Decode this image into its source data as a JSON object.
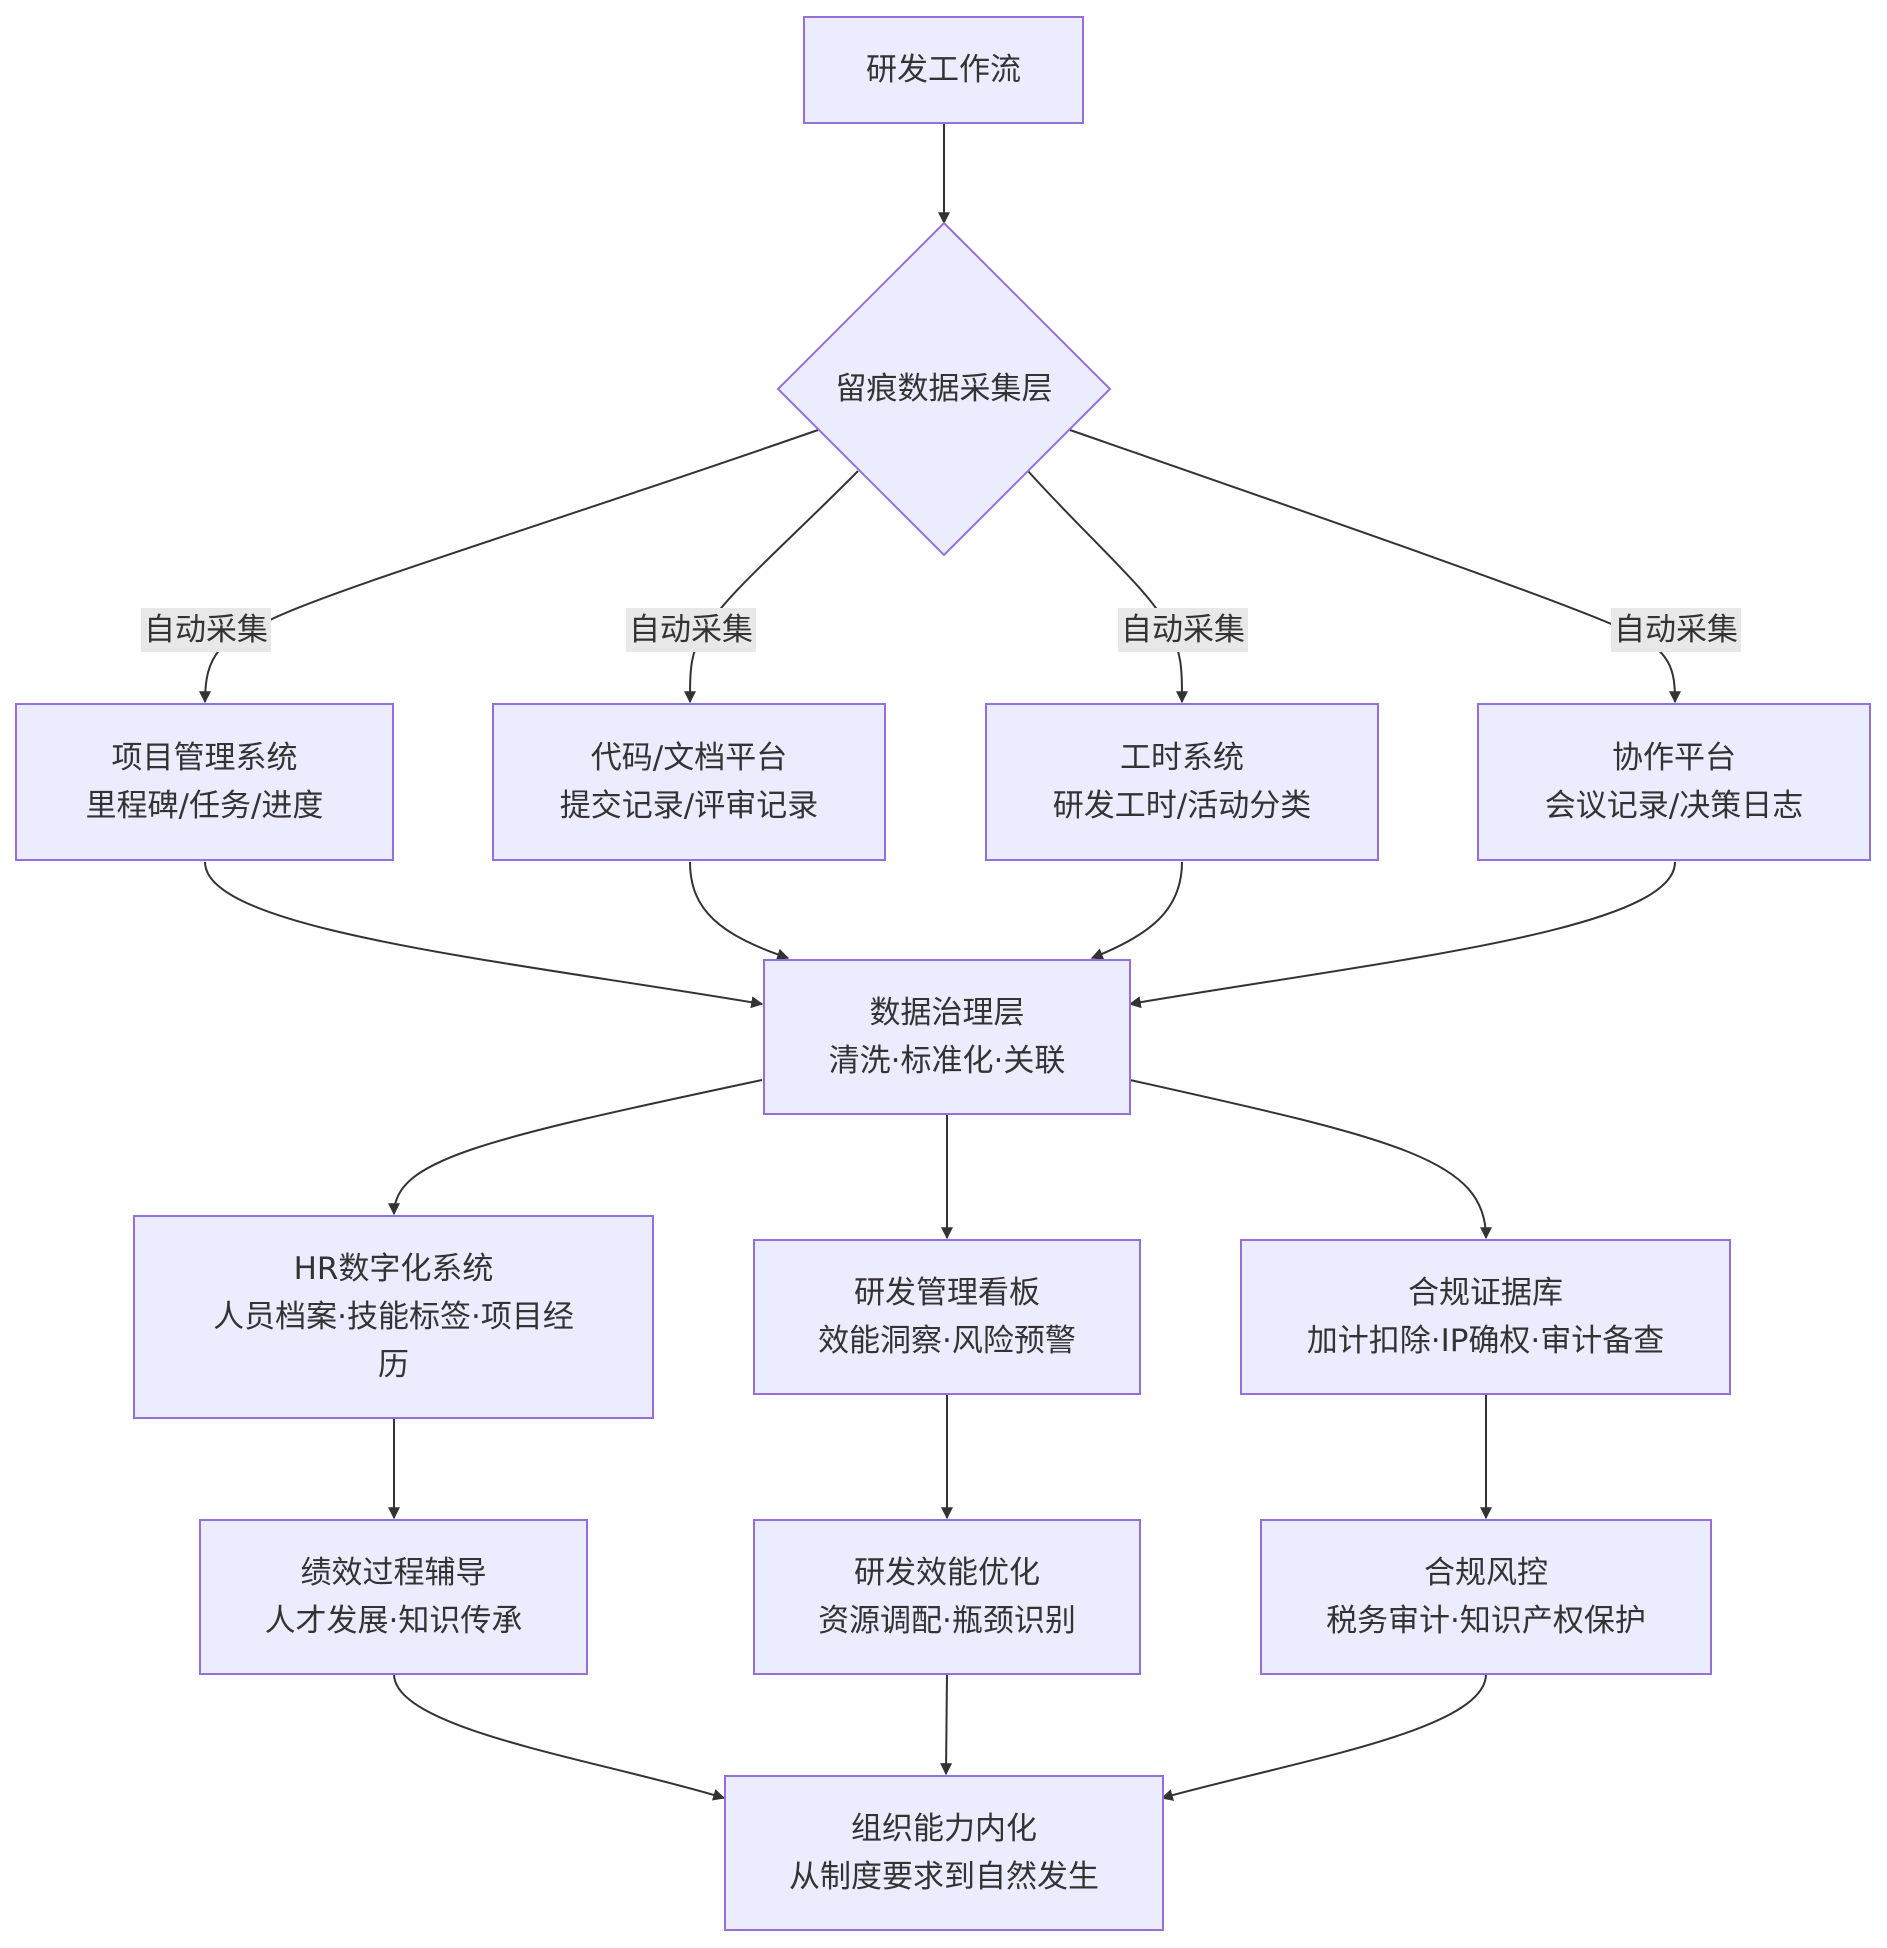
{
  "diagram": {
    "start": {
      "label": "研发工作流"
    },
    "collect": {
      "label": "留痕数据采集层"
    },
    "edge_label": "自动采集",
    "sources": [
      {
        "title": "项目管理系统",
        "detail": "里程碑/任务/进度"
      },
      {
        "title": "代码/文档平台",
        "detail": "提交记录/评审记录"
      },
      {
        "title": "工时系统",
        "detail": "研发工时/活动分类"
      },
      {
        "title": "协作平台",
        "detail": "会议记录/决策日志"
      }
    ],
    "governance": {
      "title": "数据治理层",
      "detail": "清洗·标准化·关联"
    },
    "consumers": [
      {
        "title": "HR数字化系统",
        "detail": "人员档案·技能标签·项目经",
        "detail2": "历"
      },
      {
        "title": "研发管理看板",
        "detail": "效能洞察·风险预警"
      },
      {
        "title": "合规证据库",
        "detail": "加计扣除·IP确权·审计备查"
      }
    ],
    "outcomes": [
      {
        "title": "绩效过程辅导",
        "detail": "人才发展·知识传承"
      },
      {
        "title": "研发效能优化",
        "detail": "资源调配·瓶颈识别"
      },
      {
        "title": "合规风控",
        "detail": "税务审计·知识产权保护"
      }
    ],
    "final": {
      "title": "组织能力内化",
      "detail": "从制度要求到自然发生"
    }
  },
  "colors": {
    "node_fill": "#ECECFF",
    "node_border": "#9370DB",
    "edge": "#333333",
    "label_bg": "#E8E8E8"
  }
}
